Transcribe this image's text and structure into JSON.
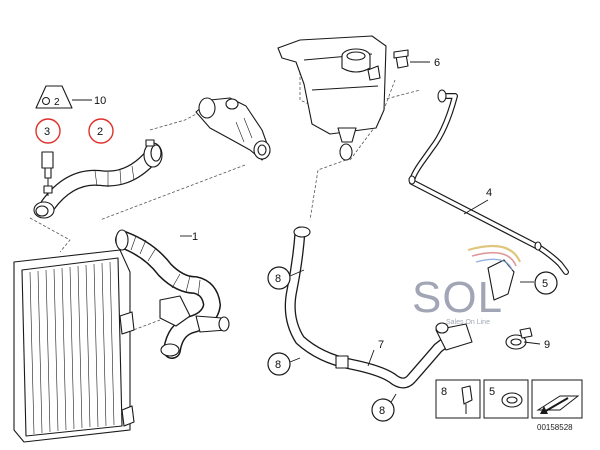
{
  "diagram": {
    "part_numbers": {
      "p1": "1",
      "p4": "4",
      "p6": "6",
      "p7": "7",
      "p9": "9",
      "p10": "10"
    },
    "callouts": {
      "c3": "3",
      "c2": "2",
      "c8a": "8",
      "c8b": "8",
      "c8c": "8",
      "c5": "5"
    },
    "triangle_label": "2",
    "legend": {
      "item8": "8",
      "item5": "5"
    },
    "catalog_number": "00158528"
  },
  "watermark": {
    "text": "SOL",
    "subtext": "Sales On Line",
    "colors": {
      "main": "#8a8fa3",
      "accent_gold": "#d8b860",
      "accent_red": "#d88080",
      "accent_blue": "#7aa0d8"
    }
  },
  "colors": {
    "line": "#1a1a1a",
    "highlight_circle": "#e0302a"
  }
}
